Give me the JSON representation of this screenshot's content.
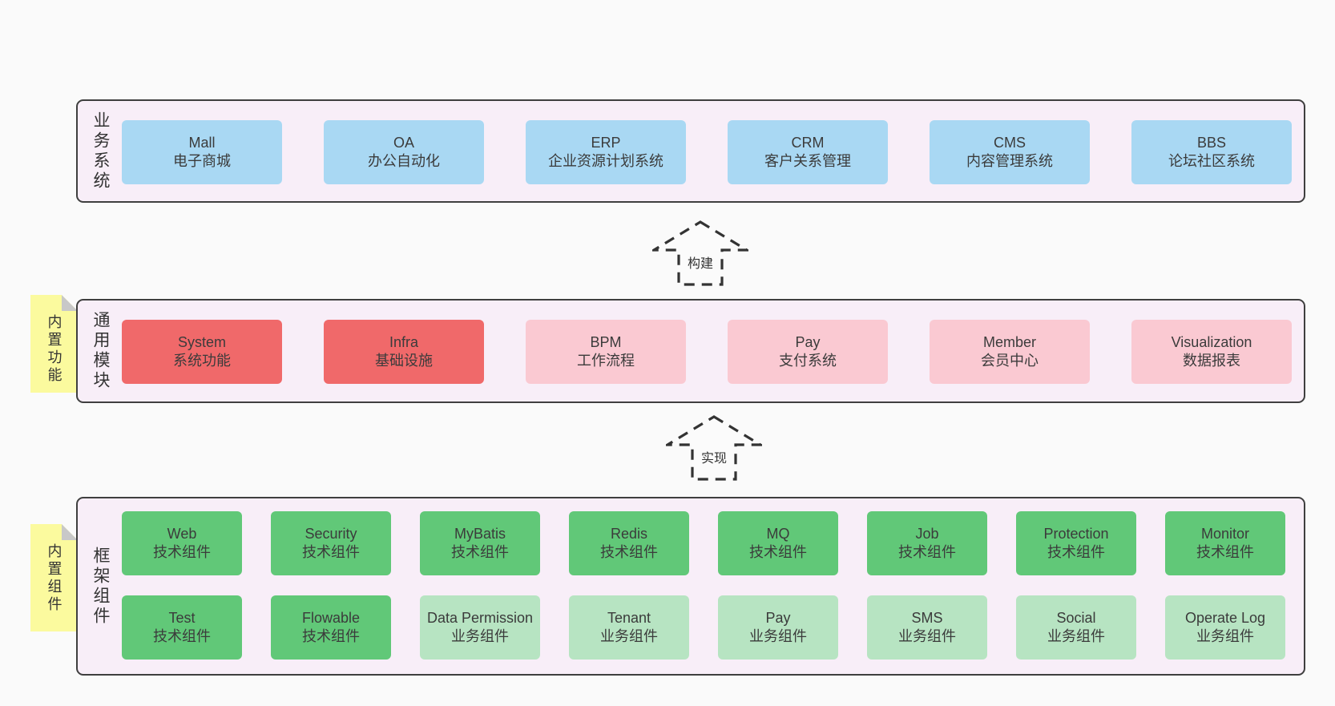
{
  "diagram": {
    "colors": {
      "background": "#fafafa",
      "band_fill": "#f8eef8",
      "band_border": "#3f3f3f",
      "blue": "#a9d8f3",
      "red": "#f0696a",
      "pink": "#fac9d2",
      "green": "#61c878",
      "light_green": "#b7e4c2",
      "sticky_yellow": "#fbfa9e",
      "fold_gray": "#c8c8c8",
      "text": "#3b3b3b",
      "arrow": "#333333"
    },
    "arrows": [
      {
        "id": "build",
        "label": "构建"
      },
      {
        "id": "implement",
        "label": "实现"
      }
    ],
    "bands": [
      {
        "id": "business",
        "label": "业务系统",
        "sticky": null,
        "rows": [
          [
            {
              "name": "Mall",
              "desc": "电子商城",
              "variant": "blue"
            },
            {
              "name": "OA",
              "desc": "办公自动化",
              "variant": "blue"
            },
            {
              "name": "ERP",
              "desc": "企业资源计划系统",
              "variant": "blue"
            },
            {
              "name": "CRM",
              "desc": "客户关系管理",
              "variant": "blue"
            },
            {
              "name": "CMS",
              "desc": "内容管理系统",
              "variant": "blue"
            },
            {
              "name": "BBS",
              "desc": "论坛社区系统",
              "variant": "blue"
            }
          ]
        ]
      },
      {
        "id": "modules",
        "label": "通用模块",
        "sticky": "内置功能",
        "rows": [
          [
            {
              "name": "System",
              "desc": "系统功能",
              "variant": "red"
            },
            {
              "name": "Infra",
              "desc": "基础设施",
              "variant": "red"
            },
            {
              "name": "BPM",
              "desc": "工作流程",
              "variant": "pink"
            },
            {
              "name": "Pay",
              "desc": "支付系统",
              "variant": "pink"
            },
            {
              "name": "Member",
              "desc": "会员中心",
              "variant": "pink"
            },
            {
              "name": "Visualization",
              "desc": "数据报表",
              "variant": "pink"
            }
          ]
        ]
      },
      {
        "id": "components",
        "label": "框架组件",
        "sticky": "内置组件",
        "rows": [
          [
            {
              "name": "Web",
              "desc": "技术组件",
              "variant": "green"
            },
            {
              "name": "Security",
              "desc": "技术组件",
              "variant": "green"
            },
            {
              "name": "MyBatis",
              "desc": "技术组件",
              "variant": "green"
            },
            {
              "name": "Redis",
              "desc": "技术组件",
              "variant": "green"
            },
            {
              "name": "MQ",
              "desc": "技术组件",
              "variant": "green"
            },
            {
              "name": "Job",
              "desc": "技术组件",
              "variant": "green"
            },
            {
              "name": "Protection",
              "desc": "技术组件",
              "variant": "green"
            },
            {
              "name": "Monitor",
              "desc": "技术组件",
              "variant": "green"
            }
          ],
          [
            {
              "name": "Test",
              "desc": "技术组件",
              "variant": "green"
            },
            {
              "name": "Flowable",
              "desc": "技术组件",
              "variant": "green"
            },
            {
              "name": "Data Permission",
              "desc": "业务组件",
              "variant": "lightgreen"
            },
            {
              "name": "Tenant",
              "desc": "业务组件",
              "variant": "lightgreen"
            },
            {
              "name": "Pay",
              "desc": "业务组件",
              "variant": "lightgreen"
            },
            {
              "name": "SMS",
              "desc": "业务组件",
              "variant": "lightgreen"
            },
            {
              "name": "Social",
              "desc": "业务组件",
              "variant": "lightgreen"
            },
            {
              "name": "Operate Log",
              "desc": "业务组件",
              "variant": "lightgreen"
            }
          ]
        ]
      }
    ]
  }
}
